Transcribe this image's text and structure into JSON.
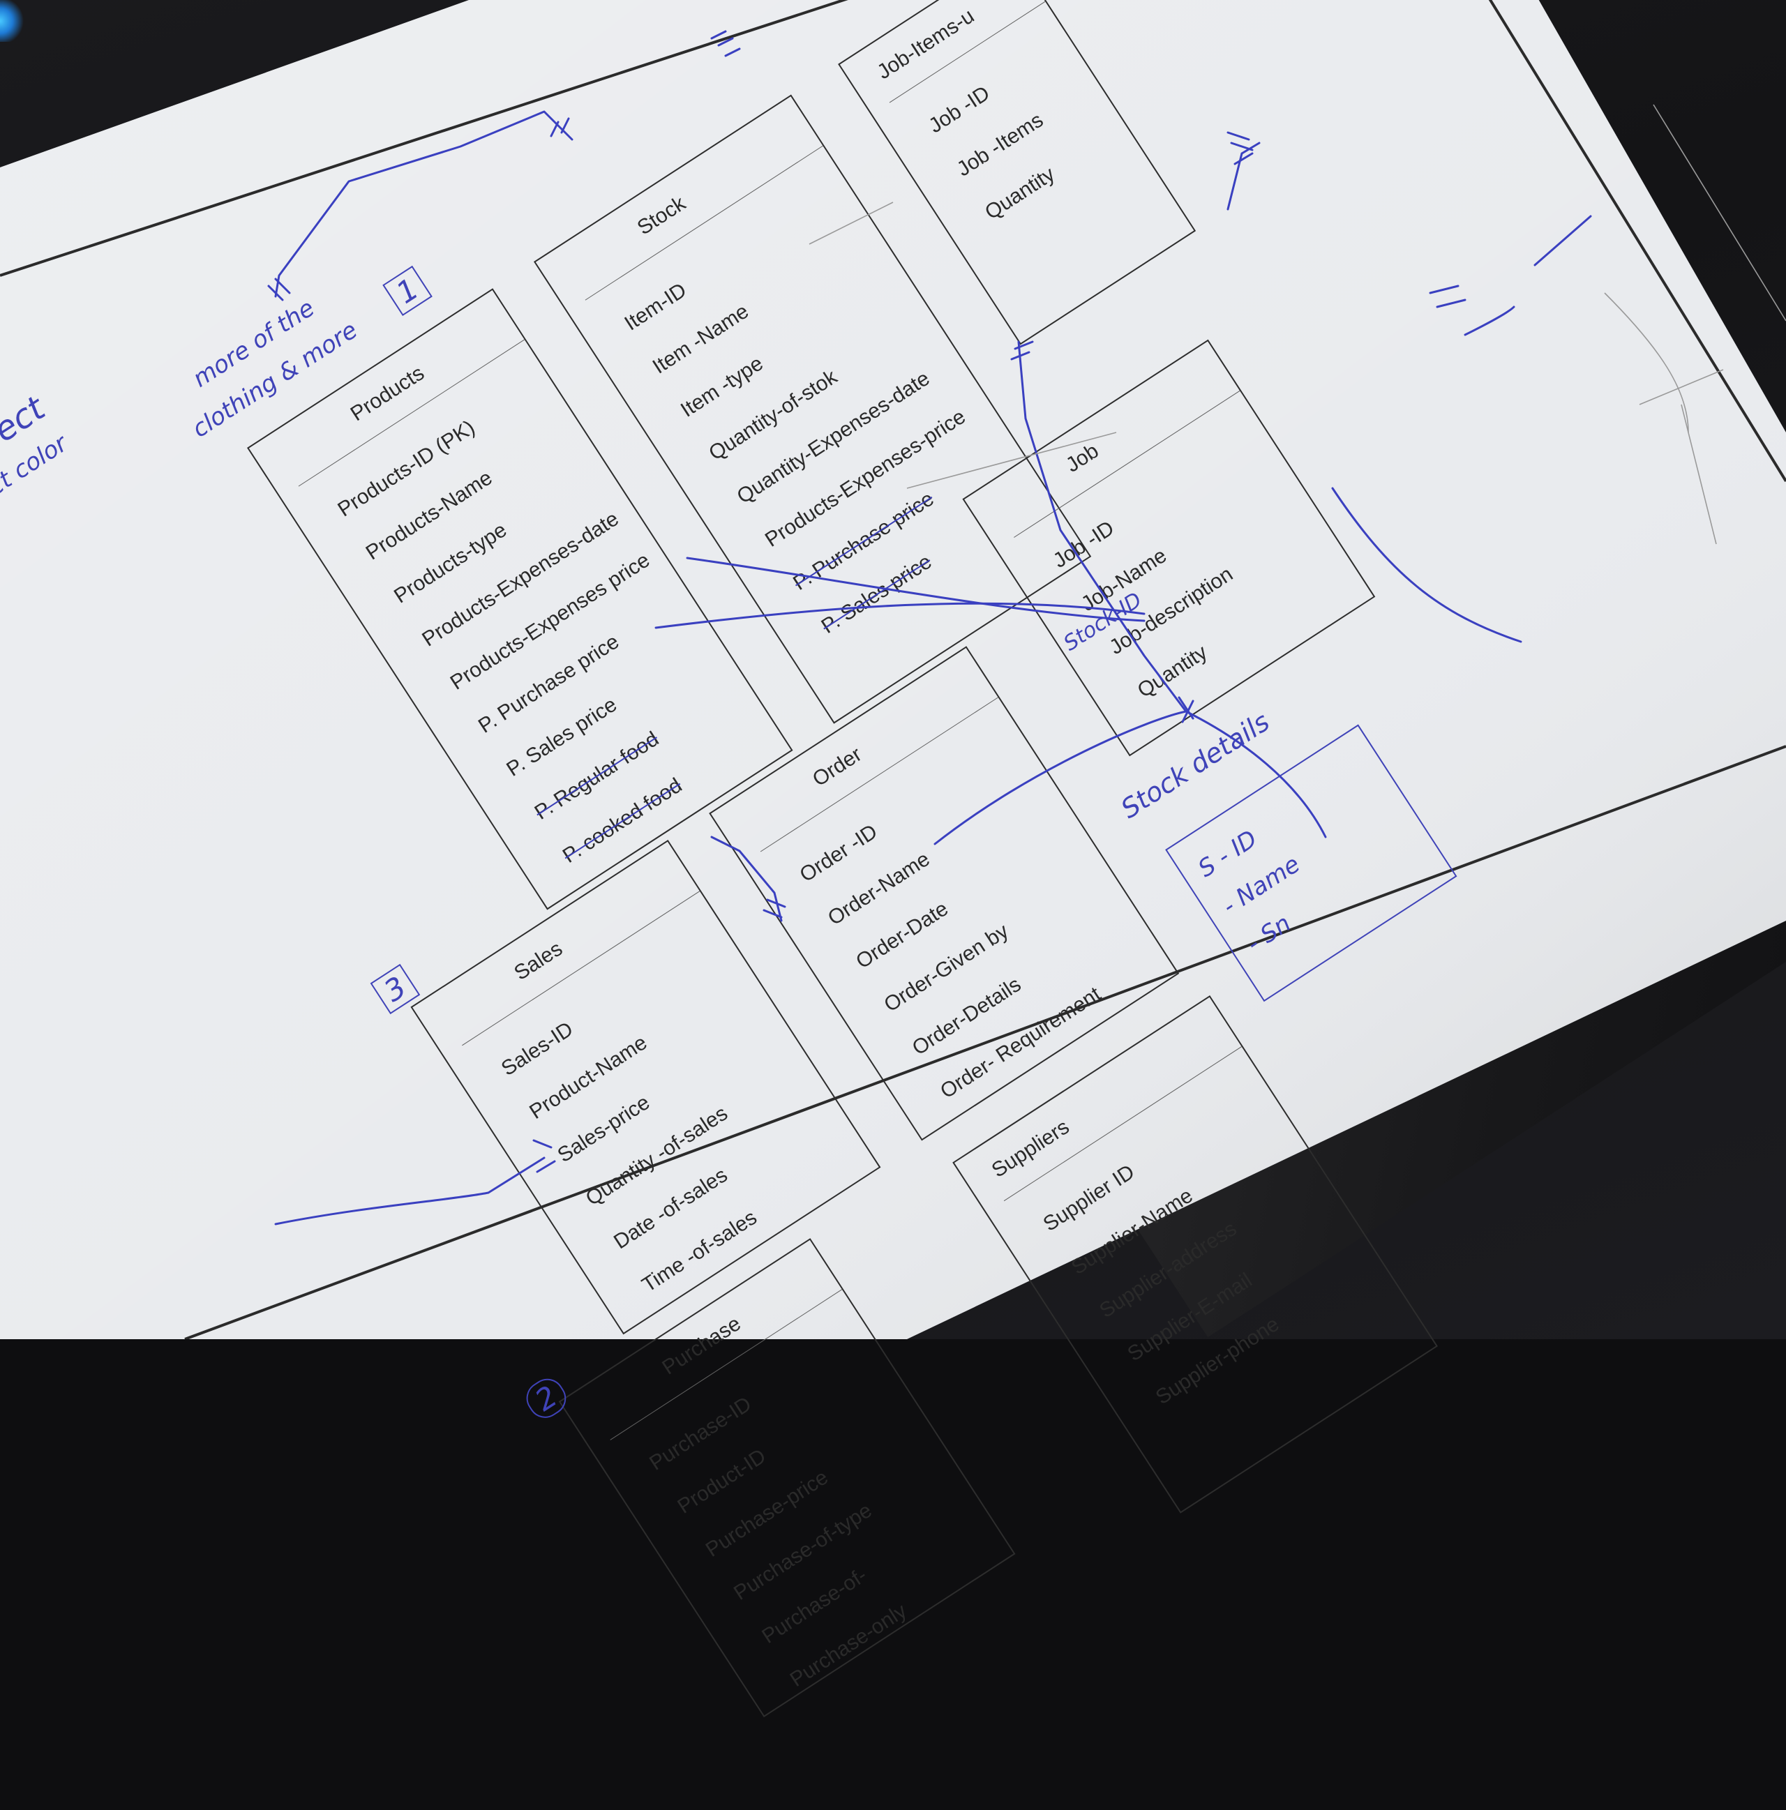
{
  "diagram": {
    "entities": [
      {
        "id": "products",
        "title": "Products",
        "attributes": [
          {
            "text": "Products-ID (PK)",
            "struck": false
          },
          {
            "text": "Products-Name",
            "struck": false
          },
          {
            "text": "Products-type",
            "struck": false
          },
          {
            "text": "Products-Expenses-date",
            "struck": false
          },
          {
            "text": "Products-Expenses price",
            "struck": false
          },
          {
            "text": "P. Purchase price",
            "struck": false
          },
          {
            "text": "P. Sales price",
            "struck": false
          },
          {
            "text": "P. Regular food",
            "struck": true
          },
          {
            "text": "P. cooked food",
            "struck": true
          }
        ]
      },
      {
        "id": "stock",
        "title": "Stock",
        "attributes": [
          {
            "text": "Item-ID",
            "struck": false
          },
          {
            "text": "Item -Name",
            "struck": false
          },
          {
            "text": "Item -type",
            "struck": false
          },
          {
            "text": "Quantity-of-stok",
            "struck": false
          },
          {
            "text": "Quantity-Expenses-date",
            "struck": false
          },
          {
            "text": "Products-Expenses-price",
            "struck": false
          },
          {
            "text": "P. Purchase price",
            "struck": true
          },
          {
            "text": "P. Sales price",
            "struck": true
          }
        ]
      },
      {
        "id": "job-items",
        "title": "Job-Items-u",
        "attributes": [
          {
            "text": "Job -ID",
            "struck": false
          },
          {
            "text": "Job -Items",
            "struck": false
          },
          {
            "text": "Quantity",
            "struck": false
          }
        ]
      },
      {
        "id": "sales",
        "title": "Sales",
        "attributes": [
          {
            "text": "Sales-ID",
            "struck": false
          },
          {
            "text": "Product-Name",
            "struck": false
          },
          {
            "text": "Sales-price",
            "struck": false
          },
          {
            "text": "Quantity -of-sales",
            "struck": false
          },
          {
            "text": "Date -of-sales",
            "struck": false
          },
          {
            "text": "Time -of-sales",
            "struck": false
          }
        ]
      },
      {
        "id": "order",
        "title": "Order",
        "attributes": [
          {
            "text": "Order -ID",
            "struck": false
          },
          {
            "text": "Order-Name",
            "struck": false
          },
          {
            "text": "Order-Date",
            "struck": false
          },
          {
            "text": "Order-Given by",
            "struck": false
          },
          {
            "text": "Order-Details",
            "struck": false
          },
          {
            "text": "Order- Requirement",
            "struck": false
          }
        ]
      },
      {
        "id": "job",
        "title": "Job",
        "attributes": [
          {
            "text": "Job -ID",
            "struck": false
          },
          {
            "text": "Job-Name",
            "struck": false
          },
          {
            "text": "Job-description",
            "struck": false
          },
          {
            "text": "Quantity",
            "struck": false
          }
        ]
      },
      {
        "id": "purchase",
        "title": "Purchase",
        "attributes": [
          {
            "text": "Purchase-ID",
            "struck": false
          },
          {
            "text": "Product-ID",
            "struck": false
          },
          {
            "text": "Purchase-price",
            "struck": false
          },
          {
            "text": "Purchase-of-type",
            "struck": false
          },
          {
            "text": "Purchase-of-",
            "struck": false
          },
          {
            "text": "Purchase-only",
            "struck": false
          }
        ]
      },
      {
        "id": "suppliers",
        "title": "Suppliers",
        "attributes": [
          {
            "text": "Supplier ID",
            "struck": false
          },
          {
            "text": "Supplier-Name",
            "struck": false
          },
          {
            "text": "Supplier-address",
            "struck": false
          },
          {
            "text": "Supplier-E-mail",
            "struck": false
          },
          {
            "text": "Supplier-phone",
            "struck": false
          }
        ]
      }
    ],
    "handwritten": {
      "top_note": "The perfect",
      "top_note_2": "perfect color",
      "note_3": "clothing & more",
      "note_4": "more of the",
      "num_1": "1",
      "num_2": "2",
      "num_3": "3",
      "pk": "(PK)",
      "side_1": "Stock-ID",
      "side_2": "Stock details",
      "box_line_1": "S - ID",
      "box_line_2": "- Name",
      "box_line_3": "- Sn"
    },
    "colors": {
      "ink": "#3f43b8",
      "paper": "#e9ebee",
      "print": "#2a2a2a",
      "background": "#141416"
    }
  }
}
